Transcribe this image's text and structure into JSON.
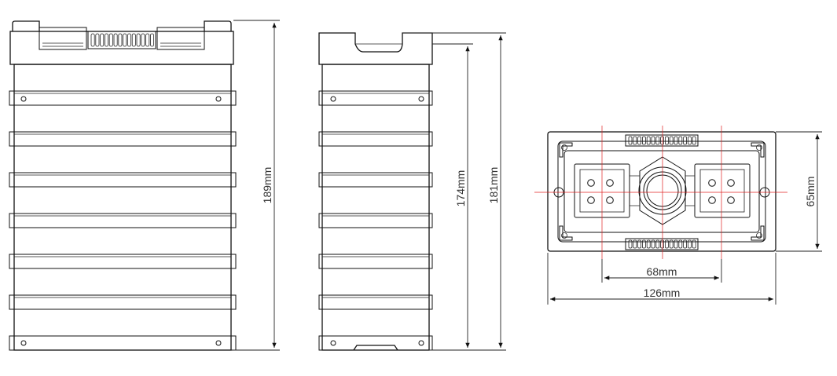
{
  "views": {
    "front": {
      "name": "front-view"
    },
    "side": {
      "name": "side-view"
    },
    "top": {
      "name": "top-view"
    }
  },
  "dimensions": {
    "front_height": "189mm",
    "side_inner_height": "174mm",
    "side_outer_height": "181mm",
    "top_depth": "65mm",
    "top_pitch": "68mm",
    "top_width": "126mm"
  },
  "colors": {
    "line": "#111111",
    "dimension": "#222222",
    "centerline": "#e02020"
  }
}
